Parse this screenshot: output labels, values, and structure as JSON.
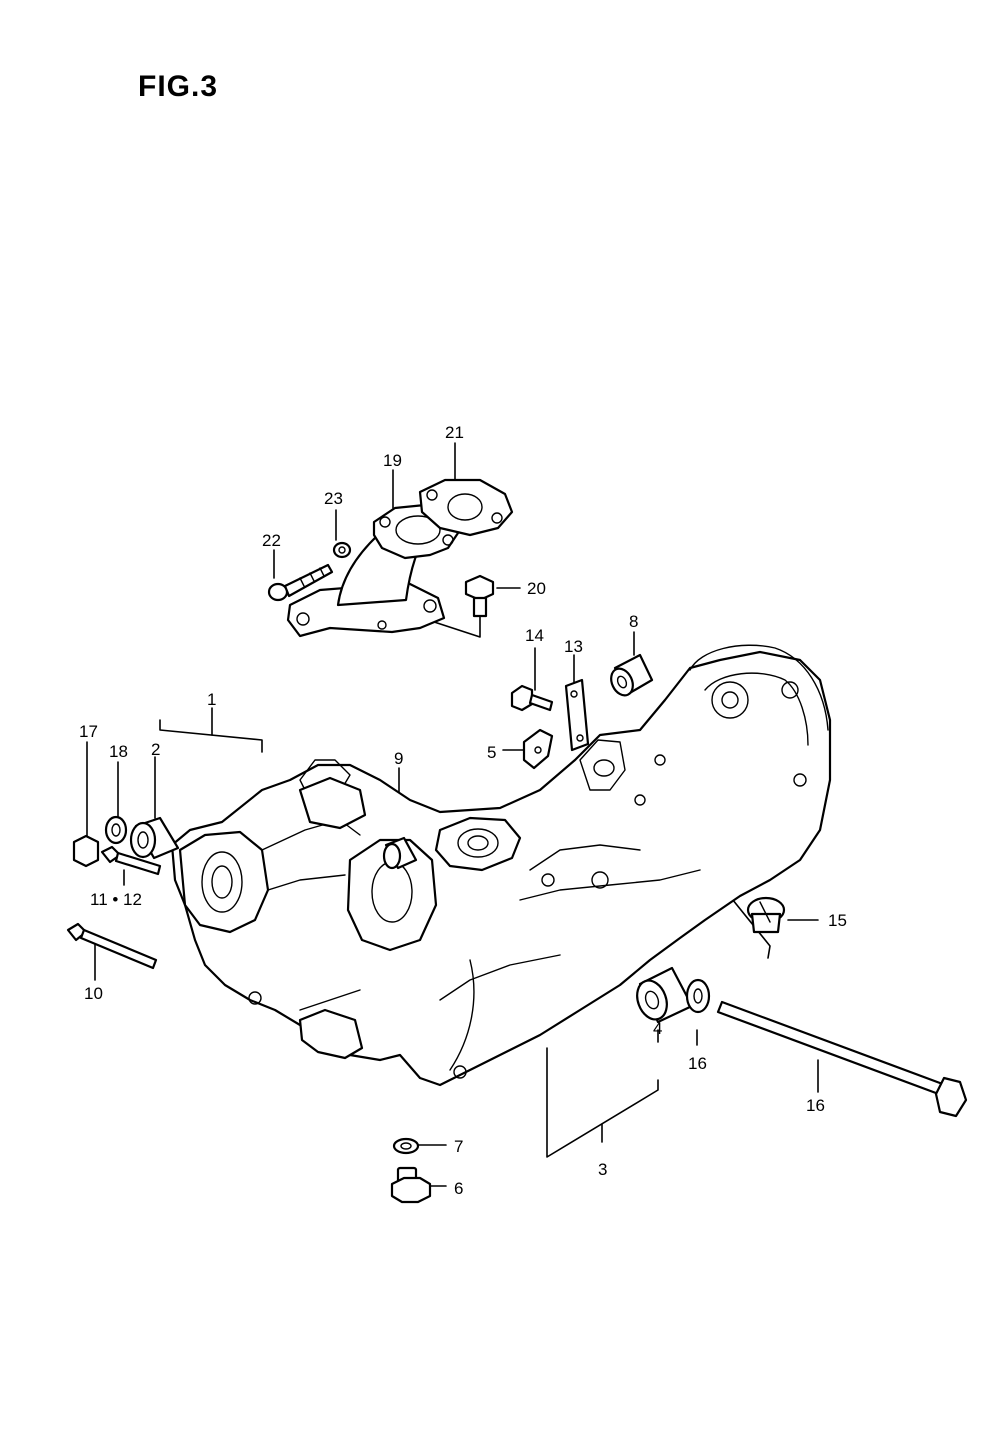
{
  "figure": {
    "title": "FIG.3"
  },
  "callouts": [
    {
      "id": "c1",
      "text": "1"
    },
    {
      "id": "c2",
      "text": "2"
    },
    {
      "id": "c3",
      "text": "3"
    },
    {
      "id": "c4",
      "text": "4"
    },
    {
      "id": "c5",
      "text": "5"
    },
    {
      "id": "c6",
      "text": "6"
    },
    {
      "id": "c7",
      "text": "7"
    },
    {
      "id": "c8",
      "text": "8"
    },
    {
      "id": "c9",
      "text": "9"
    },
    {
      "id": "c10",
      "text": "10"
    },
    {
      "id": "c11_12",
      "text": "11 • 12"
    },
    {
      "id": "c13",
      "text": "13"
    },
    {
      "id": "c14",
      "text": "14"
    },
    {
      "id": "c15",
      "text": "15"
    },
    {
      "id": "c16a",
      "text": "16"
    },
    {
      "id": "c16b",
      "text": "16"
    },
    {
      "id": "c17",
      "text": "17"
    },
    {
      "id": "c18",
      "text": "18"
    },
    {
      "id": "c19",
      "text": "19"
    },
    {
      "id": "c20",
      "text": "20"
    },
    {
      "id": "c21",
      "text": "21"
    },
    {
      "id": "c22",
      "text": "22"
    },
    {
      "id": "c23",
      "text": "23"
    }
  ]
}
